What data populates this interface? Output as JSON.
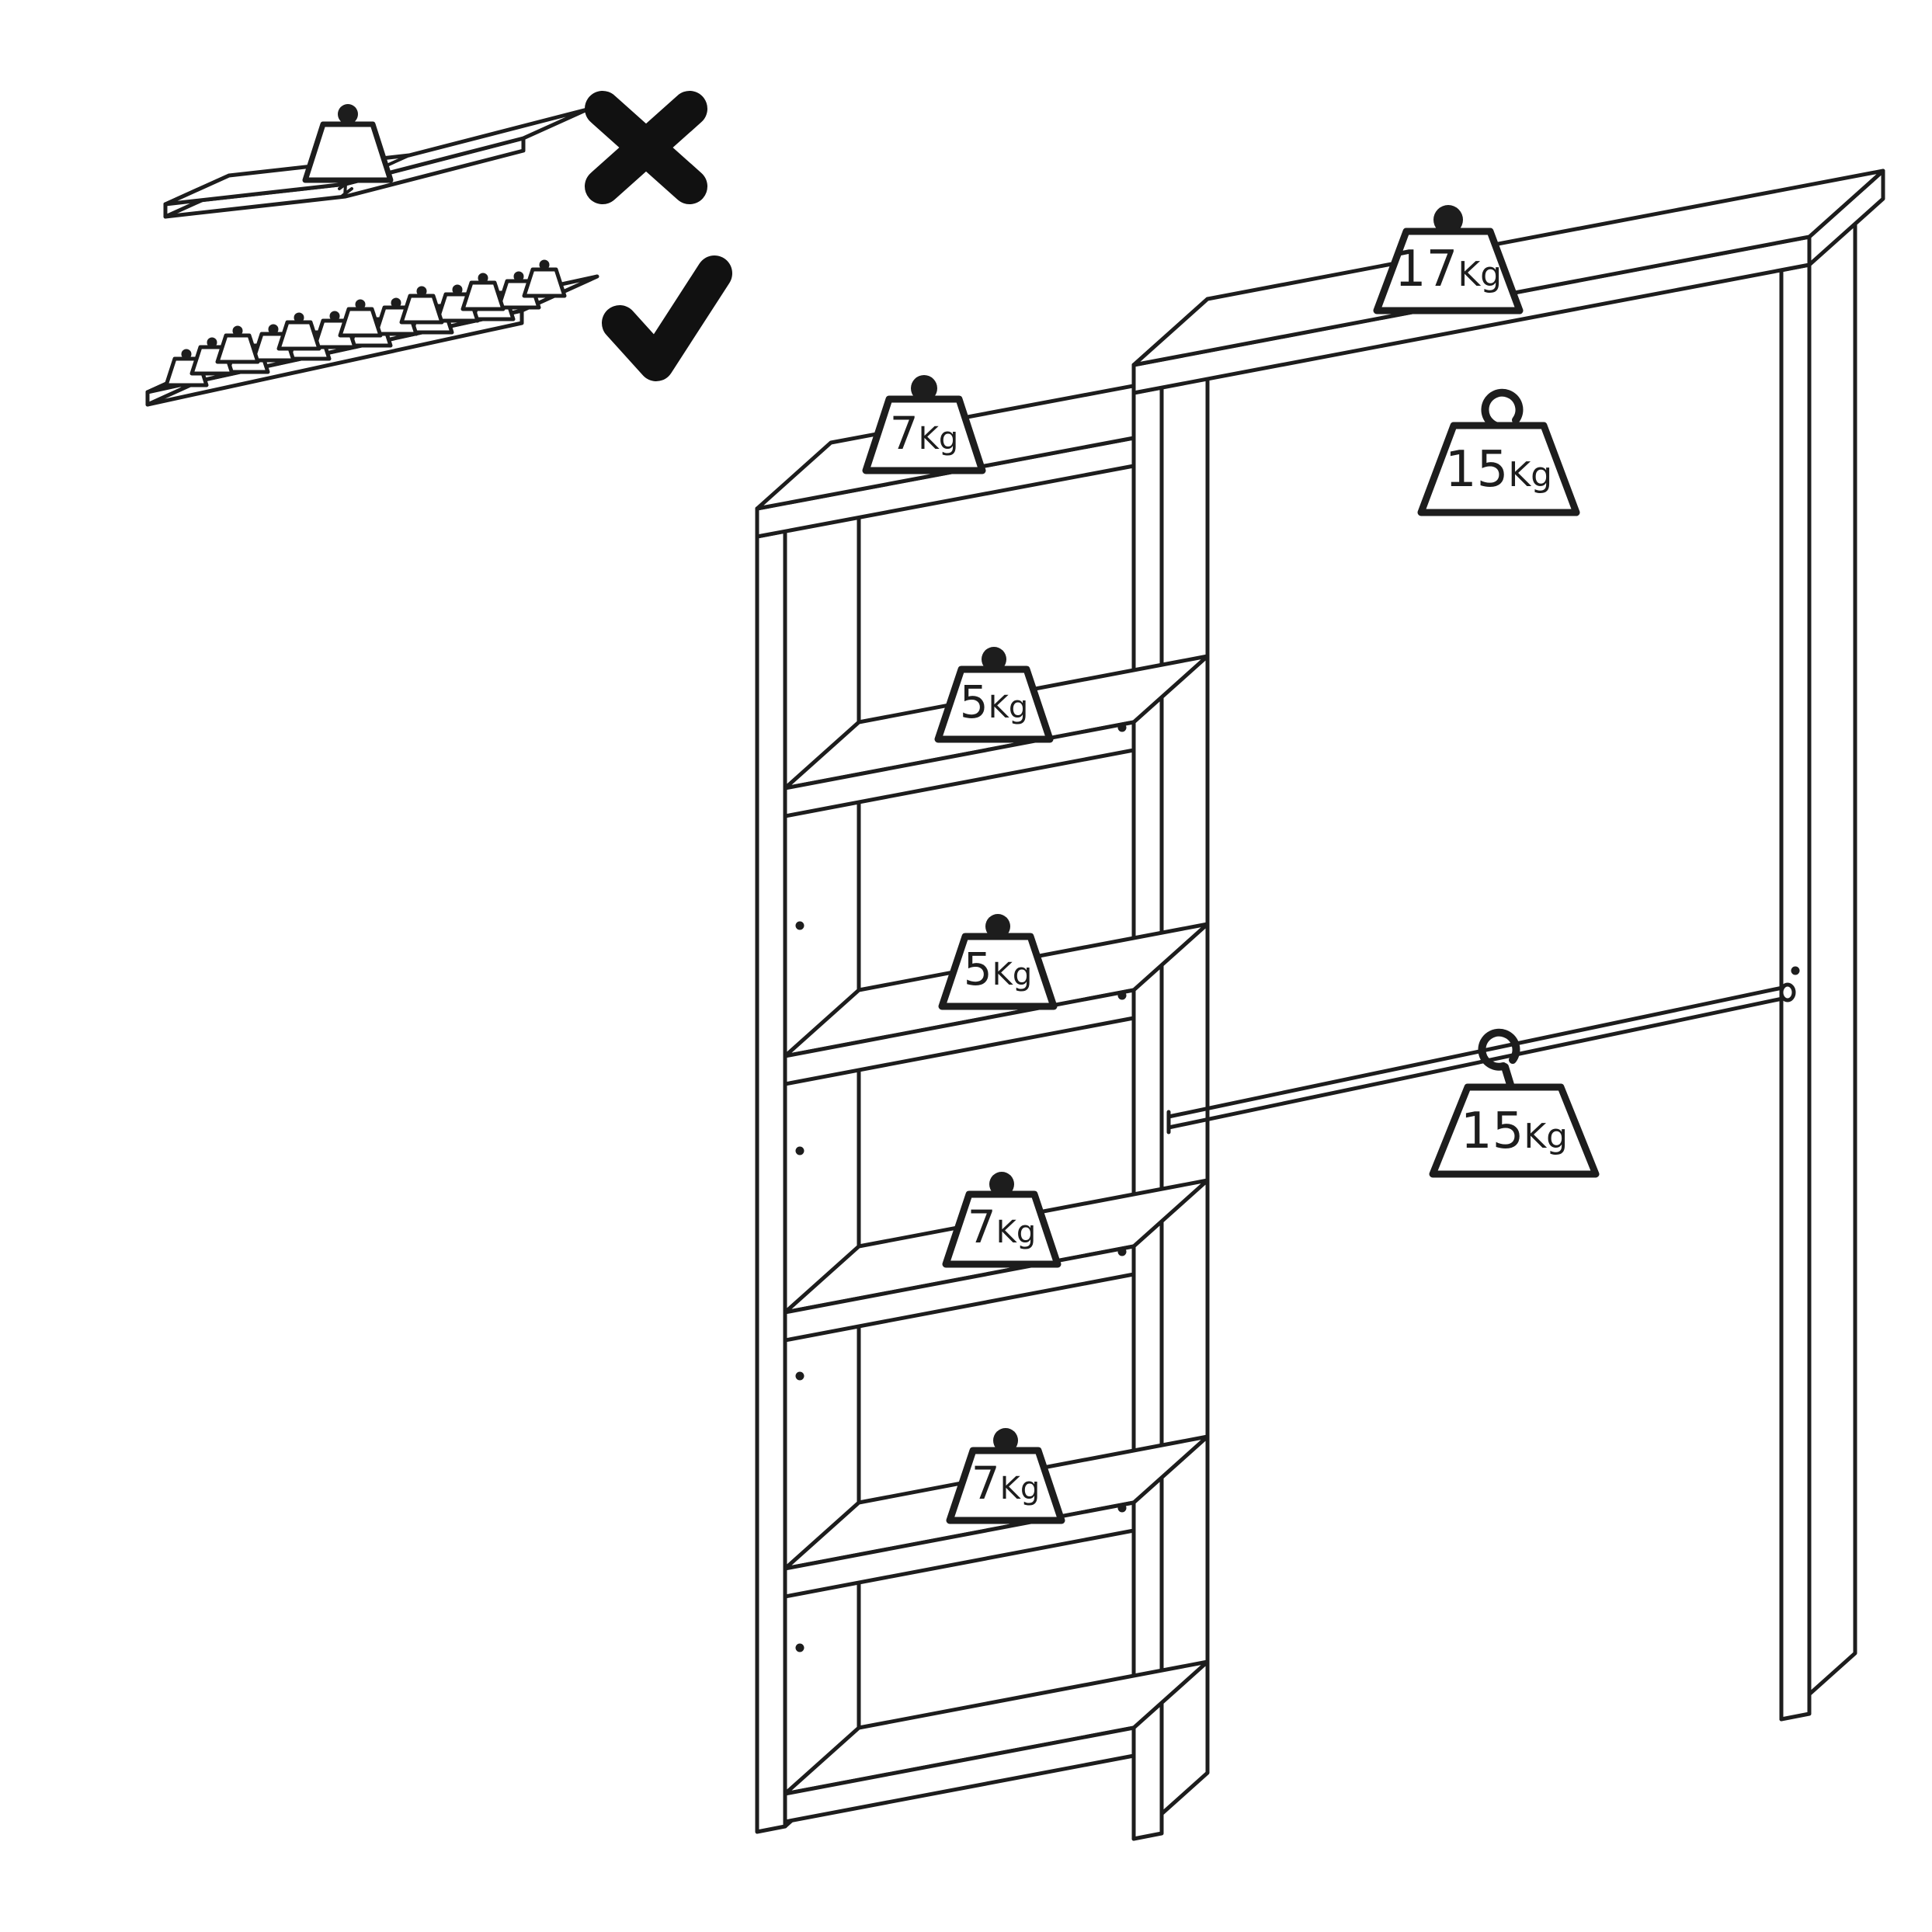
{
  "colors": {
    "line_color": "#1d1d1d",
    "background": "#ffffff"
  },
  "icons": {
    "cross_icon": "✕",
    "check_icon": "✓",
    "weight_icon": "weight-trapezoid",
    "hook_icon": "hanger-hook"
  },
  "badges": {
    "column_top": {
      "value": "7",
      "unit": "Kg"
    },
    "main_top": {
      "value": "17",
      "unit": "Kg"
    },
    "upper_rail": {
      "value": "15",
      "unit": "Kg"
    },
    "shelf_1": {
      "value": "5",
      "unit": "Kg"
    },
    "shelf_2": {
      "value": "5",
      "unit": "Kg"
    },
    "shelf_3": {
      "value": "7",
      "unit": "Kg"
    },
    "shelf_4": {
      "value": "7",
      "unit": "Kg"
    },
    "lower_rail": {
      "value": "15",
      "unit": "Kg"
    }
  }
}
